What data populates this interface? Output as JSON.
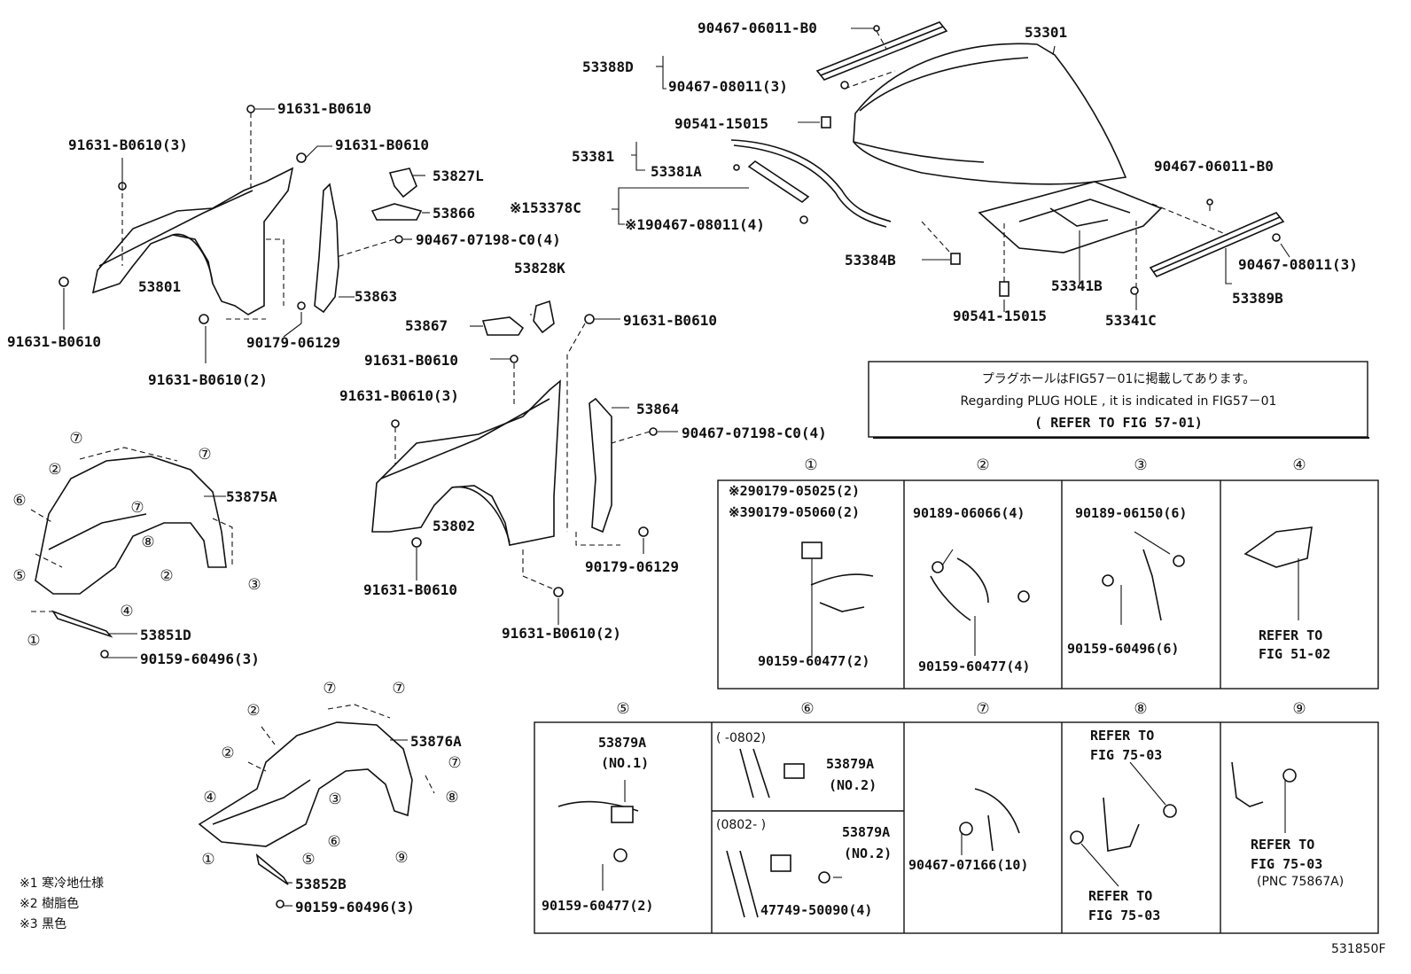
{
  "labels": {
    "p90467_06011_b0_top": "90467-06011-B0",
    "p53301": "53301",
    "p53388d": "53388D",
    "p90467_08011_3_a": "90467-08011(3)",
    "p90541_15015_a": "90541-15015",
    "p53381": "53381",
    "p53381a": "53381A",
    "p53378c": "※153378C",
    "p90467_08011_4": "※190467-08011(4)",
    "p53384b": "53384B",
    "p90541_15015_b": "90541-15015",
    "p53341b": "53341B",
    "p53341c": "53341C",
    "p90467_06011_b0_r": "90467-06011-B0",
    "p90467_08011_3_b": "90467-08011(3)",
    "p53389b": "53389B",
    "p91631_top": "91631-B0610",
    "p91631_3_a": "91631-B0610(3)",
    "p91631_b": "91631-B0610",
    "p53827l": "53827L",
    "p53866": "53866",
    "p90467_07198_a": "90467-07198-C0(4)",
    "p53801": "53801",
    "p53863": "53863",
    "p91631_left": "91631-B0610",
    "p90179_06129_a": "90179-06129",
    "p91631_2_a": "91631-B0610(2)",
    "p53828k": "53828K",
    "p53867": "53867",
    "p91631_c": "91631-B0610",
    "p91631_d": "91631-B0610",
    "p91631_3_b": "91631-B0610(3)",
    "p53864": "53864",
    "p90467_07198_b": "90467-07198-C0(4)",
    "p53802": "53802",
    "p91631_e": "91631-B0610",
    "p90179_06129_b": "90179-06129",
    "p91631_2_b": "91631-B0610(2)",
    "p53875a": "53875A",
    "p53851d": "53851D",
    "p90159_60496_a": "90159-60496(3)",
    "p53876a": "53876A",
    "p53852b": "53852B",
    "p90159_60496_b": "90159-60496(3)"
  },
  "plug_note": {
    "line_jp": "プラグホールはFIG57－01に掲載してあります。",
    "line_en": "Regarding PLUG HOLE , it is indicated in FIG57－01",
    "line_ref": "( REFER TO FIG 57-01)"
  },
  "circles": [
    "①",
    "②",
    "③",
    "④",
    "⑤",
    "⑥",
    "⑦",
    "⑧",
    "⑨"
  ],
  "detail_boxes": {
    "d1_a": "※290179-05025(2)",
    "d1_b": "※390179-05060(2)",
    "d1_c": "90159-60477(2)",
    "d2_a": "90189-06066(4)",
    "d2_b": "90159-60477(4)",
    "d3_a": "90189-06150(6)",
    "d3_b": "90159-60496(6)",
    "d4_a": "REFER TO",
    "d4_b": "FIG 51-02",
    "d5_a": "53879A",
    "d5_b": "(NO.1)",
    "d5_c": "90159-60477(2)",
    "d6_range_a": "(      -0802)",
    "d6_a": "53879A",
    "d6_b": "(NO.2)",
    "d6_range_b": "(0802-      )",
    "d6_c": "53879A",
    "d6_d": "(NO.2)",
    "d6_e": "47749-50090(4)",
    "d7_a": "90467-07166(10)",
    "d8_a": "REFER TO",
    "d8_b": "FIG 75-03",
    "d8_c": "REFER TO",
    "d8_d": "FIG 75-03",
    "d9_a": "REFER TO",
    "d9_b": "FIG 75-03",
    "d9_c": "(PNC 75867A)"
  },
  "footnotes": {
    "n1": "※1 寒冷地仕様",
    "n2": "※2 樹脂色",
    "n3": "※3 黒色"
  },
  "figure_code": "531850F"
}
